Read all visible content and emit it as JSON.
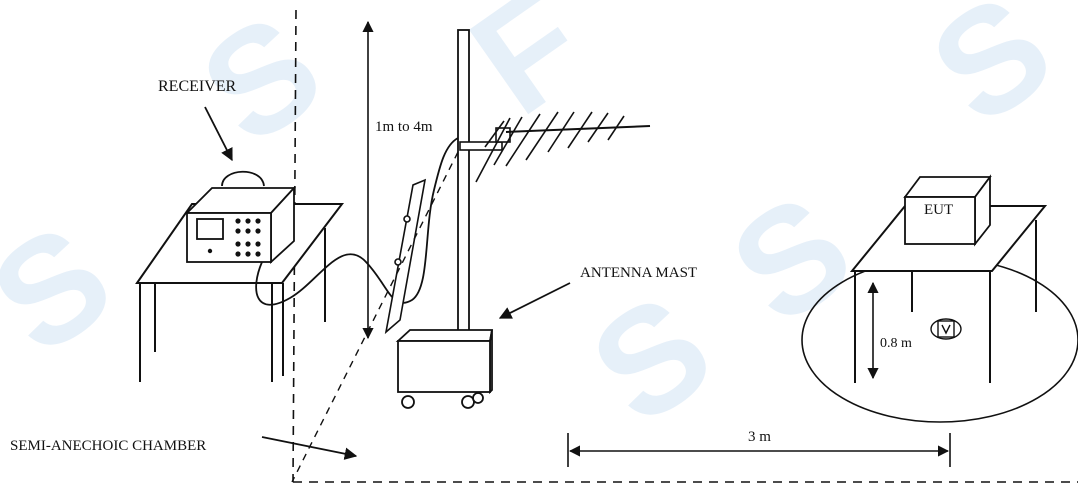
{
  "labels": {
    "receiver": "RECEIVER",
    "antenna_height": "1m to 4m",
    "antenna_mast": "ANTENNA MAST",
    "eut": "EUT",
    "eut_height": "0.8 m",
    "distance": "3 m",
    "chamber": "SEMI-ANECHOIC CHAMBER"
  },
  "watermark": {
    "text": "S",
    "color": "#1a73c7"
  }
}
